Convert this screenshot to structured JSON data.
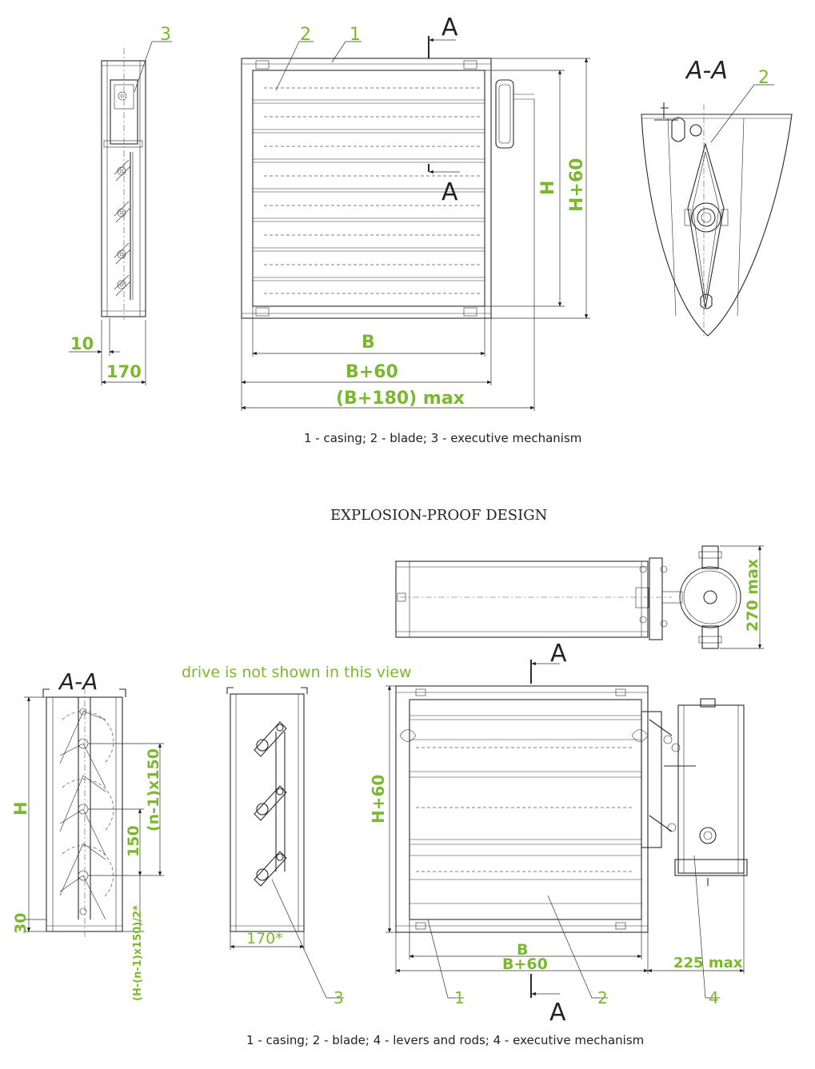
{
  "labels": {
    "ref1": "1",
    "ref2": "2",
    "ref3": "3",
    "sectionA": "A",
    "sectionAA": "A-A",
    "dimH": "H",
    "dimH60": "H+60",
    "dimB": "B",
    "dimB60": "B+60",
    "dimB180": "(B+180) max",
    "dim10": "10",
    "dim170": "170"
  },
  "caption1": "1 - casing; 2 - blade; 3 - executive mechanism",
  "explosion": {
    "title": "EXPLOSION-PROOF DESIGN",
    "note": "drive is not shown in this view",
    "dim270": "270 max",
    "dimH": "H",
    "dimN150": "(n-1)x150",
    "dim150": "150",
    "dim30": "30",
    "dimFormula": "(H-(n-1)x150)/2*",
    "dim170s": "170*",
    "dimH60": "H+60",
    "dimB": "B",
    "dimB60": "B+60",
    "dim225": "225 max",
    "ref1": "1",
    "ref2": "2",
    "ref3": "3",
    "ref4": "4",
    "sectionA": "A",
    "sectionAA": "A-A"
  },
  "caption2": "1 - casing; 2 - blade; 4 - levers and rods; 4 - executive mechanism",
  "colors": {
    "accent": "#7cb82f",
    "line": "#2a2a2a"
  }
}
